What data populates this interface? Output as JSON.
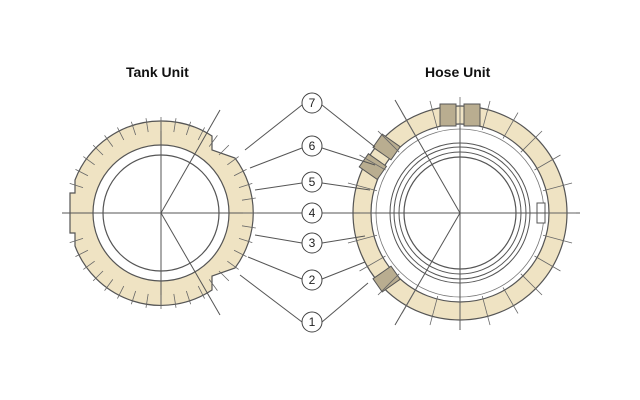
{
  "titles": {
    "tank": "Tank Unit",
    "hose": "Hose Unit"
  },
  "callouts": [
    "1",
    "2",
    "3",
    "4",
    "5",
    "6",
    "7"
  ],
  "colors": {
    "ring_fill": "#efe3c3",
    "line": "#555555",
    "bolt": "#b9ad90"
  }
}
